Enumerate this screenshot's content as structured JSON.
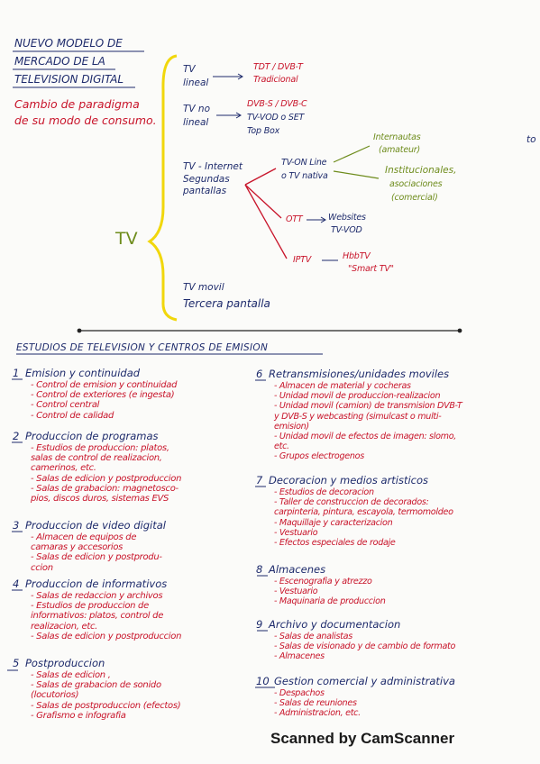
{
  "header": {
    "title_lines": [
      "NUEVO MODELO DE",
      "MERCADO DE LA",
      "TELEVISION DIGITAL"
    ],
    "subtitle_lines": [
      "Cambio de paradigma",
      "de su modo de consumo."
    ]
  },
  "mindmap": {
    "center": "TV",
    "branches": [
      {
        "label_lines": [
          "TV",
          "lineal"
        ],
        "detail_lines": [
          "TDT / DVB-T",
          "Tradicional"
        ]
      },
      {
        "label_lines": [
          "TV no",
          "lineal"
        ],
        "detail_lines": [
          "DVB-S / DVB-C",
          "TV-VOD o SET",
          "Top Box"
        ]
      },
      {
        "label_lines": [
          "TV - Internet",
          "Segundas",
          "pantallas"
        ]
      },
      {
        "label_lines": [
          "TV movil",
          "Tercera pantalla"
        ]
      }
    ],
    "internet_sub": {
      "online": [
        "TV-ON Line",
        "o TV nativa"
      ],
      "internautas": [
        "Internautas",
        "(amateur)"
      ],
      "institucionales": [
        "Institucionales,",
        "asociaciones",
        "(comercial)"
      ],
      "ott_label": "OTT",
      "ott_detail": [
        "Websites",
        "TV-VOD"
      ],
      "iptv_label": "IPTV",
      "iptv_detail": [
        "HbbTV",
        "\"Smart TV\""
      ]
    },
    "edge_fragment": "to"
  },
  "studios": {
    "title": "ESTUDIOS DE TELEVISION Y CENTROS DE EMISION",
    "left": [
      {
        "num": "1",
        "title": "Emision y continuidad",
        "items": [
          "- Control de emision y continuidad",
          "- Control de exteriores (e ingesta)",
          "- Control central",
          "- Control de calidad"
        ]
      },
      {
        "num": "2",
        "title": "Produccion de programas",
        "items": [
          "- Estudios de produccion: platos,",
          "  salas de control de realizacion,",
          "  camerinos, etc.",
          "- Salas de edicion y postproduccion",
          "- Salas de grabacion: magnetosco-",
          "  pios, discos duros, sistemas EVS"
        ]
      },
      {
        "num": "3",
        "title": "Produccion de video digital",
        "items": [
          "- Almacen de equipos de",
          "  camaras y accesorios",
          "- Salas de edicion y postprodu-",
          "  ccion"
        ]
      },
      {
        "num": "4",
        "title": "Produccion de informativos",
        "items": [
          "- Salas de redaccion y archivos",
          "- Estudios de produccion de",
          "  informativos: platos, control de",
          "  realizacion, etc.",
          "- Salas de edicion y postproduccion"
        ]
      },
      {
        "num": "5",
        "title": "Postproduccion",
        "items": [
          "- Salas de edicion ,",
          "- Salas de grabacion de sonido",
          "  (locutorios)",
          "- Salas de postproduccion (efectos)",
          "- Grafismo e infografia"
        ]
      }
    ],
    "right": [
      {
        "num": "6",
        "title": "Retransmisiones/unidades moviles",
        "items": [
          "- Almacen de material y cocheras",
          "- Unidad movil de produccion-realizacion",
          "- Unidad movil (camion) de transmision DVB-T",
          "  y DVB-S y webcasting (simulcast o multi-",
          "  emision)",
          "- Unidad movil de efectos de imagen: slomo,",
          "  etc.",
          "- Grupos electrogenos"
        ]
      },
      {
        "num": "7",
        "title": "Decoracion y medios artisticos",
        "items": [
          "- Estudios de decoracion",
          "- Taller de construccion de decorados:",
          "  carpinteria, pintura, escayola, termomoldeo",
          "- Maquillaje y caracterizacion",
          "- Vestuario",
          "- Efectos especiales de rodaje"
        ]
      },
      {
        "num": "8",
        "title": "Almacenes",
        "items": [
          "- Escenografia y atrezzo",
          "- Vestuario",
          "- Maquinaria de produccion"
        ]
      },
      {
        "num": "9",
        "title": "Archivo y documentacion",
        "items": [
          "- Salas de analistas",
          "- Salas de visionado y de cambio de formato",
          "- Almacenes"
        ]
      },
      {
        "num": "10",
        "title": "Gestion comercial y administrativa",
        "items": [
          "- Despachos",
          "- Salas de reuniones",
          "- Administracion, etc."
        ]
      }
    ]
  },
  "watermark": "Scanned by CamScanner"
}
